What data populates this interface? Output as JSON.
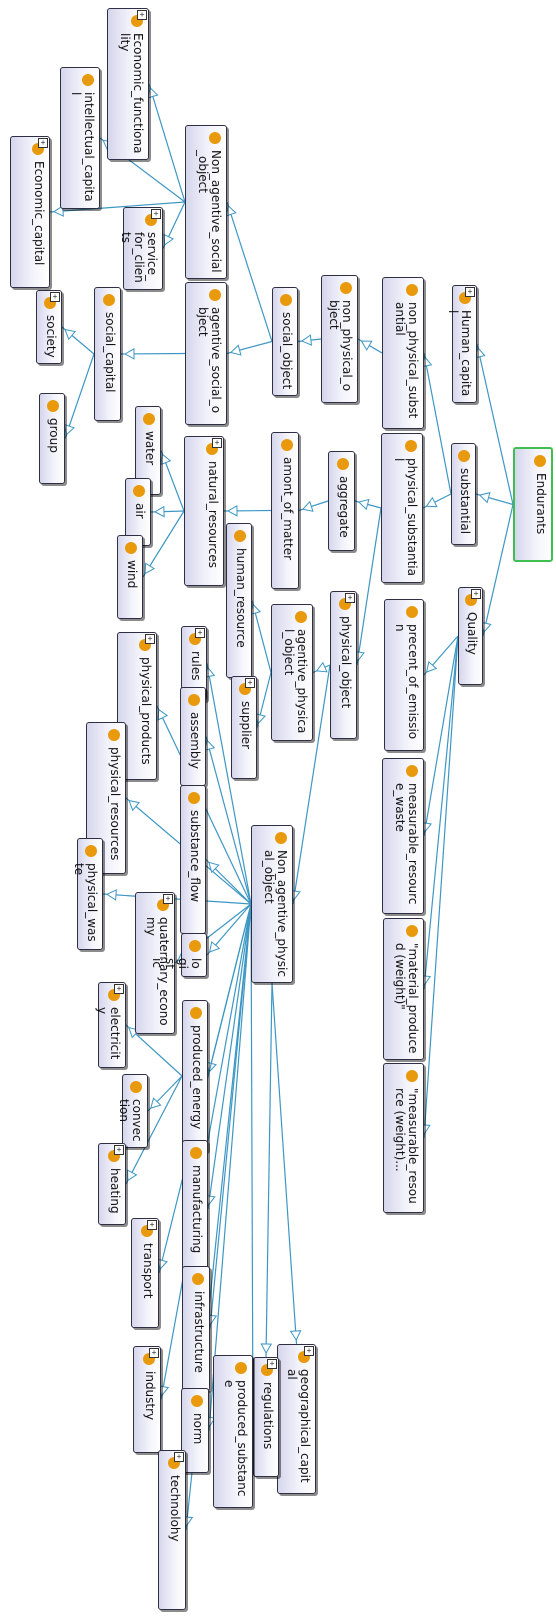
{
  "graph": {
    "nodes": [
      {
        "id": "endurants",
        "label": "Endurants",
        "expand": false,
        "selected": true
      },
      {
        "id": "human_capital",
        "label": "Human_capital",
        "expand": true
      },
      {
        "id": "substantial",
        "label": "substantial",
        "expand": false
      },
      {
        "id": "quality",
        "label": "Quality",
        "expand": true
      },
      {
        "id": "non_physical_substantial",
        "label": "non_physical_substantial",
        "expand": false
      },
      {
        "id": "physical_substantial",
        "label": "physical_substantial",
        "expand": false
      },
      {
        "id": "physical_object",
        "label": "physical_object",
        "expand": true
      },
      {
        "id": "precent_of_emission",
        "label": "precent_of_emission",
        "expand": false
      },
      {
        "id": "measurable_resource_waste",
        "label": "measurable_resource_waste",
        "expand": false
      },
      {
        "id": "material_produced_weight",
        "label": "\"material_produced (weight)\"",
        "expand": false
      },
      {
        "id": "measurable_resource_weight",
        "label": "\"measurable_resource (weight)...",
        "expand": false
      },
      {
        "id": "non_physical_object",
        "label": "non_physical_object",
        "expand": false
      },
      {
        "id": "aggregate",
        "label": "aggregate",
        "expand": false
      },
      {
        "id": "social_object",
        "label": "social_object",
        "expand": false
      },
      {
        "id": "amont_of_matter",
        "label": "amont_of_matter",
        "expand": false
      },
      {
        "id": "agentive_physical_object",
        "label": "agentive_physical_object",
        "expand": false
      },
      {
        "id": "non_agentive_physical_object",
        "label": "Non_agentive_physical_object",
        "expand": false
      },
      {
        "id": "non_agentive_social_object",
        "label": "Non_agentive_social_object",
        "expand": false
      },
      {
        "id": "agentive_social_object",
        "label": "agentive_social_object",
        "expand": false
      },
      {
        "id": "natural_resources",
        "label": "natural_resources",
        "expand": true
      },
      {
        "id": "human_resource",
        "label": "human_resource",
        "expand": false
      },
      {
        "id": "supplier",
        "label": "supplier",
        "expand": true
      },
      {
        "id": "economic_functionality",
        "label": "Economic_functionality",
        "expand": true
      },
      {
        "id": "intellectual_capital",
        "label": "intellectual_capital",
        "expand": false
      },
      {
        "id": "service_for_clients",
        "label": "service_for_clients",
        "expand": true
      },
      {
        "id": "economic_capital",
        "label": "Economic_capital",
        "expand": true
      },
      {
        "id": "social_capital",
        "label": "social_capital",
        "expand": false
      },
      {
        "id": "society",
        "label": "society",
        "expand": true
      },
      {
        "id": "group",
        "label": "group",
        "expand": false
      },
      {
        "id": "water",
        "label": "water",
        "expand": false
      },
      {
        "id": "air",
        "label": "air",
        "expand": false
      },
      {
        "id": "wind",
        "label": "wind",
        "expand": false
      },
      {
        "id": "rules",
        "label": "rules",
        "expand": true
      },
      {
        "id": "physical_products",
        "label": "physical_products",
        "expand": true
      },
      {
        "id": "assembly",
        "label": "assembly",
        "expand": false
      },
      {
        "id": "physical_resources",
        "label": "physical_resources",
        "expand": false
      },
      {
        "id": "substance_flow",
        "label": "substance_flow",
        "expand": false
      },
      {
        "id": "physical_waste",
        "label": "physical_waste",
        "expand": false
      },
      {
        "id": "quaternary_economy",
        "label": "quaternary_economy",
        "expand": true
      },
      {
        "id": "logistic",
        "label": "logistic",
        "expand": false
      },
      {
        "id": "electricity",
        "label": "electricity",
        "expand": true
      },
      {
        "id": "produced_energy",
        "label": "produced_energy",
        "expand": false
      },
      {
        "id": "convection",
        "label": "convection",
        "expand": false
      },
      {
        "id": "heating",
        "label": "heating",
        "expand": true
      },
      {
        "id": "manufacturing",
        "label": "manufacturing",
        "expand": false
      },
      {
        "id": "transport",
        "label": "transport",
        "expand": true
      },
      {
        "id": "infrastructure",
        "label": "infrastructure",
        "expand": false
      },
      {
        "id": "geographical_capital",
        "label": "geographical_capital",
        "expand": true
      },
      {
        "id": "regulations",
        "label": "regulations",
        "expand": true
      },
      {
        "id": "produced_substance",
        "label": "produced_substance",
        "expand": false
      },
      {
        "id": "industry",
        "label": "industry",
        "expand": true
      },
      {
        "id": "norm",
        "label": "norm",
        "expand": false
      },
      {
        "id": "technolohy",
        "label": "technolohy",
        "expand": true
      }
    ],
    "edges": [
      [
        "endurants",
        "human_capital"
      ],
      [
        "endurants",
        "substantial"
      ],
      [
        "endurants",
        "quality"
      ],
      [
        "substantial",
        "non_physical_substantial"
      ],
      [
        "substantial",
        "physical_substantial"
      ],
      [
        "physical_substantial",
        "physical_object"
      ],
      [
        "physical_substantial",
        "aggregate"
      ],
      [
        "aggregate",
        "amont_of_matter"
      ],
      [
        "amont_of_matter",
        "natural_resources"
      ],
      [
        "non_physical_substantial",
        "non_physical_object"
      ],
      [
        "non_physical_object",
        "social_object"
      ],
      [
        "social_object",
        "non_agentive_social_object"
      ],
      [
        "social_object",
        "agentive_social_object"
      ],
      [
        "quality",
        "precent_of_emission"
      ],
      [
        "quality",
        "measurable_resource_waste"
      ],
      [
        "quality",
        "material_produced_weight"
      ],
      [
        "quality",
        "measurable_resource_weight"
      ],
      [
        "physical_object",
        "agentive_physical_object"
      ],
      [
        "physical_object",
        "non_agentive_physical_object"
      ],
      [
        "agentive_physical_object",
        "human_resource"
      ],
      [
        "agentive_physical_object",
        "supplier"
      ],
      [
        "non_agentive_social_object",
        "economic_functionality"
      ],
      [
        "non_agentive_social_object",
        "intellectual_capital"
      ],
      [
        "non_agentive_social_object",
        "service_for_clients"
      ],
      [
        "non_agentive_social_object",
        "economic_capital"
      ],
      [
        "agentive_social_object",
        "social_capital"
      ],
      [
        "social_capital",
        "society"
      ],
      [
        "social_capital",
        "group"
      ],
      [
        "natural_resources",
        "water"
      ],
      [
        "natural_resources",
        "air"
      ],
      [
        "natural_resources",
        "wind"
      ],
      [
        "non_agentive_physical_object",
        "rules"
      ],
      [
        "non_agentive_physical_object",
        "physical_products"
      ],
      [
        "non_agentive_physical_object",
        "assembly"
      ],
      [
        "non_agentive_physical_object",
        "physical_resources"
      ],
      [
        "non_agentive_physical_object",
        "substance_flow"
      ],
      [
        "non_agentive_physical_object",
        "physical_waste"
      ],
      [
        "non_agentive_physical_object",
        "quaternary_economy"
      ],
      [
        "non_agentive_physical_object",
        "logistic"
      ],
      [
        "non_agentive_physical_object",
        "produced_energy"
      ],
      [
        "non_agentive_physical_object",
        "manufacturing"
      ],
      [
        "non_agentive_physical_object",
        "infrastructure"
      ],
      [
        "non_agentive_physical_object",
        "geographical_capital"
      ],
      [
        "non_agentive_physical_object",
        "regulations"
      ],
      [
        "non_agentive_physical_object",
        "produced_substance"
      ],
      [
        "non_agentive_physical_object",
        "norm"
      ],
      [
        "non_agentive_physical_object",
        "technolohy"
      ],
      [
        "non_agentive_physical_object",
        "industry"
      ],
      [
        "non_agentive_physical_object",
        "transport"
      ],
      [
        "produced_energy",
        "electricity"
      ],
      [
        "produced_energy",
        "convection"
      ],
      [
        "produced_energy",
        "heating"
      ]
    ],
    "colors": {
      "edge": "#3d97c4",
      "node_dot": "#e89a0c",
      "selected_border": "#3fbf4f"
    }
  }
}
